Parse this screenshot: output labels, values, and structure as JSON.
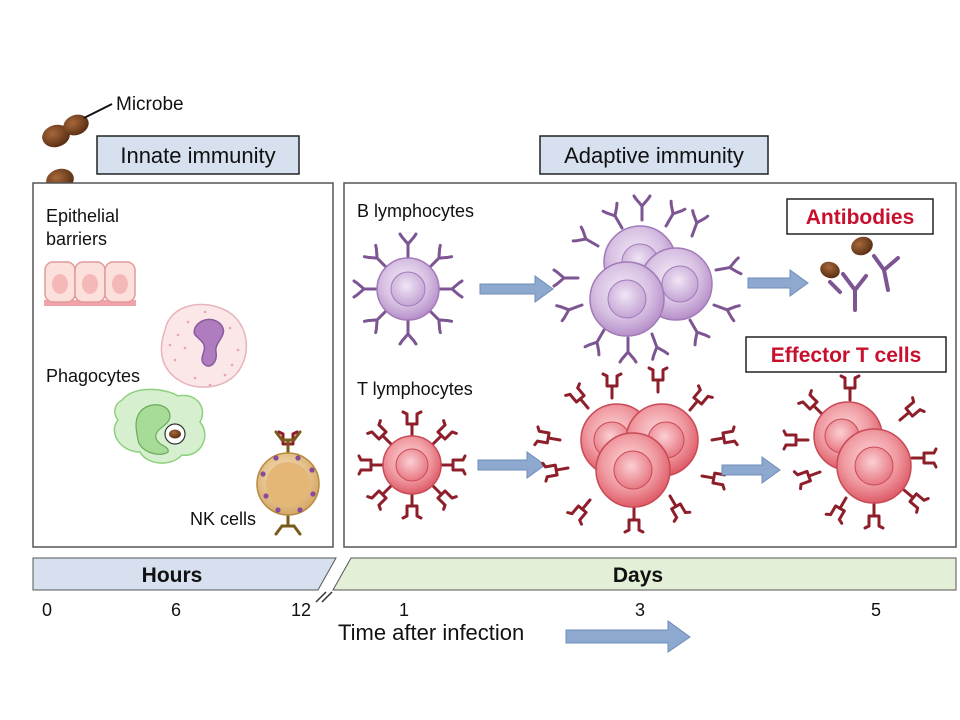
{
  "labels": {
    "microbe": "Microbe",
    "innate_title": "Innate immunity",
    "adaptive_title": "Adaptive immunity",
    "epithelial_line1": "Epithelial",
    "epithelial_line2": "barriers",
    "phagocytes": "Phagocytes",
    "nk_cells": "NK cells",
    "b_lymphocytes": "B lymphocytes",
    "t_lymphocytes": "T lymphocytes",
    "antibodies": "Antibodies",
    "effector_t_cells": "Effector T cells",
    "hours": "Hours",
    "days": "Days",
    "time_axis_label": "Time after infection"
  },
  "time_ticks": [
    "0",
    "6",
    "12",
    "1",
    "3",
    "5"
  ],
  "colors": {
    "hours_band": "#d6e0ee",
    "days_band": "#e3efd6",
    "title_box": "#d6e0ee",
    "arrow": "#8ea9cf",
    "b_cell": "#c9a9d8",
    "t_cell": "#e8707a",
    "highlight_text": "#c8102e",
    "microbe": "#6b3a1f"
  }
}
